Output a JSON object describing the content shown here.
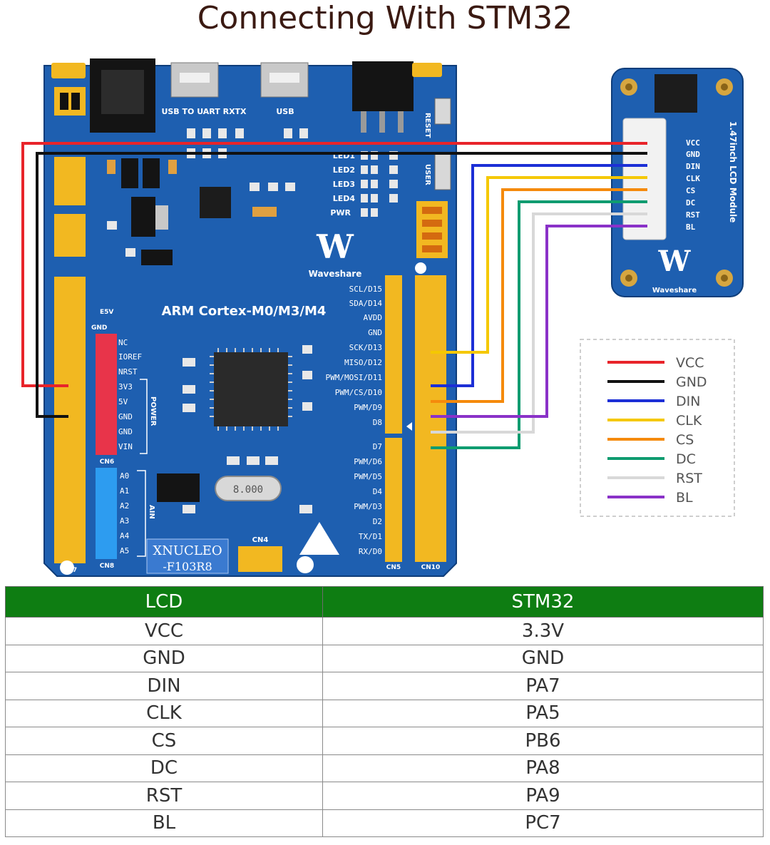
{
  "title": "Connecting With STM32",
  "board": {
    "chip_family": "ARM Cortex-M0/M3/M4",
    "brand": "Waveshare",
    "model_line1": "XNUCLEO",
    "model_line2": "-F103R8",
    "usb_uart_label": "USB TO UART RXTX",
    "usb_label": "USB",
    "reset_label": "RESET",
    "user_label": "USER",
    "cn4_label": "CN4",
    "cn5_label": "CN5",
    "cn6_label": "CN6",
    "cn7_label": "CN7",
    "cn8_label": "CN8",
    "cn10_label": "CN10",
    "power_label": "POWER",
    "ain_label": "AIN",
    "crystal_label": "8.000",
    "leds": [
      "LED1",
      "LED2",
      "LED3",
      "LED4",
      "PWR"
    ],
    "power_pins": [
      "NC",
      "IOREF",
      "NRST",
      "3V3",
      "5V",
      "GND",
      "GND",
      "VIN"
    ],
    "analog_pins": [
      "A0",
      "A1",
      "A2",
      "A3",
      "A4",
      "A5"
    ],
    "digital_upper": [
      "SCL/D15",
      "SDA/D14",
      "AVDD",
      "GND",
      "SCK/D13",
      "MISO/D12",
      "PWM/MOSI/D11",
      "PWM/CS/D10",
      "PWM/D9",
      "D8"
    ],
    "digital_lower": [
      "D7",
      "PWM/D6",
      "PWM/D5",
      "D4",
      "PWM/D3",
      "D2",
      "TX/D1",
      "RX/D0"
    ]
  },
  "lcd_module": {
    "name": "1.47inch LCD Module",
    "brand": "Waveshare",
    "pins": [
      "VCC",
      "GND",
      "DIN",
      "CLK",
      "CS",
      "DC",
      "RST",
      "BL"
    ]
  },
  "legend": [
    {
      "label": "VCC",
      "color": "#e8242a"
    },
    {
      "label": "GND",
      "color": "#111111"
    },
    {
      "label": "DIN",
      "color": "#1c2fd6"
    },
    {
      "label": "CLK",
      "color": "#f5c800"
    },
    {
      "label": "CS",
      "color": "#f58a0c"
    },
    {
      "label": "DC",
      "color": "#0f9c70"
    },
    {
      "label": "RST",
      "color": "#d8d8d8"
    },
    {
      "label": "BL",
      "color": "#8a32c8"
    }
  ],
  "table": {
    "headers": [
      "LCD",
      "STM32"
    ],
    "rows": [
      [
        "VCC",
        "3.3V"
      ],
      [
        "GND",
        "GND"
      ],
      [
        "DIN",
        "PA7"
      ],
      [
        "CLK",
        "PA5"
      ],
      [
        "CS",
        "PB6"
      ],
      [
        "DC",
        "PA8"
      ],
      [
        "RST",
        "PA9"
      ],
      [
        "BL",
        "PC7"
      ]
    ]
  }
}
